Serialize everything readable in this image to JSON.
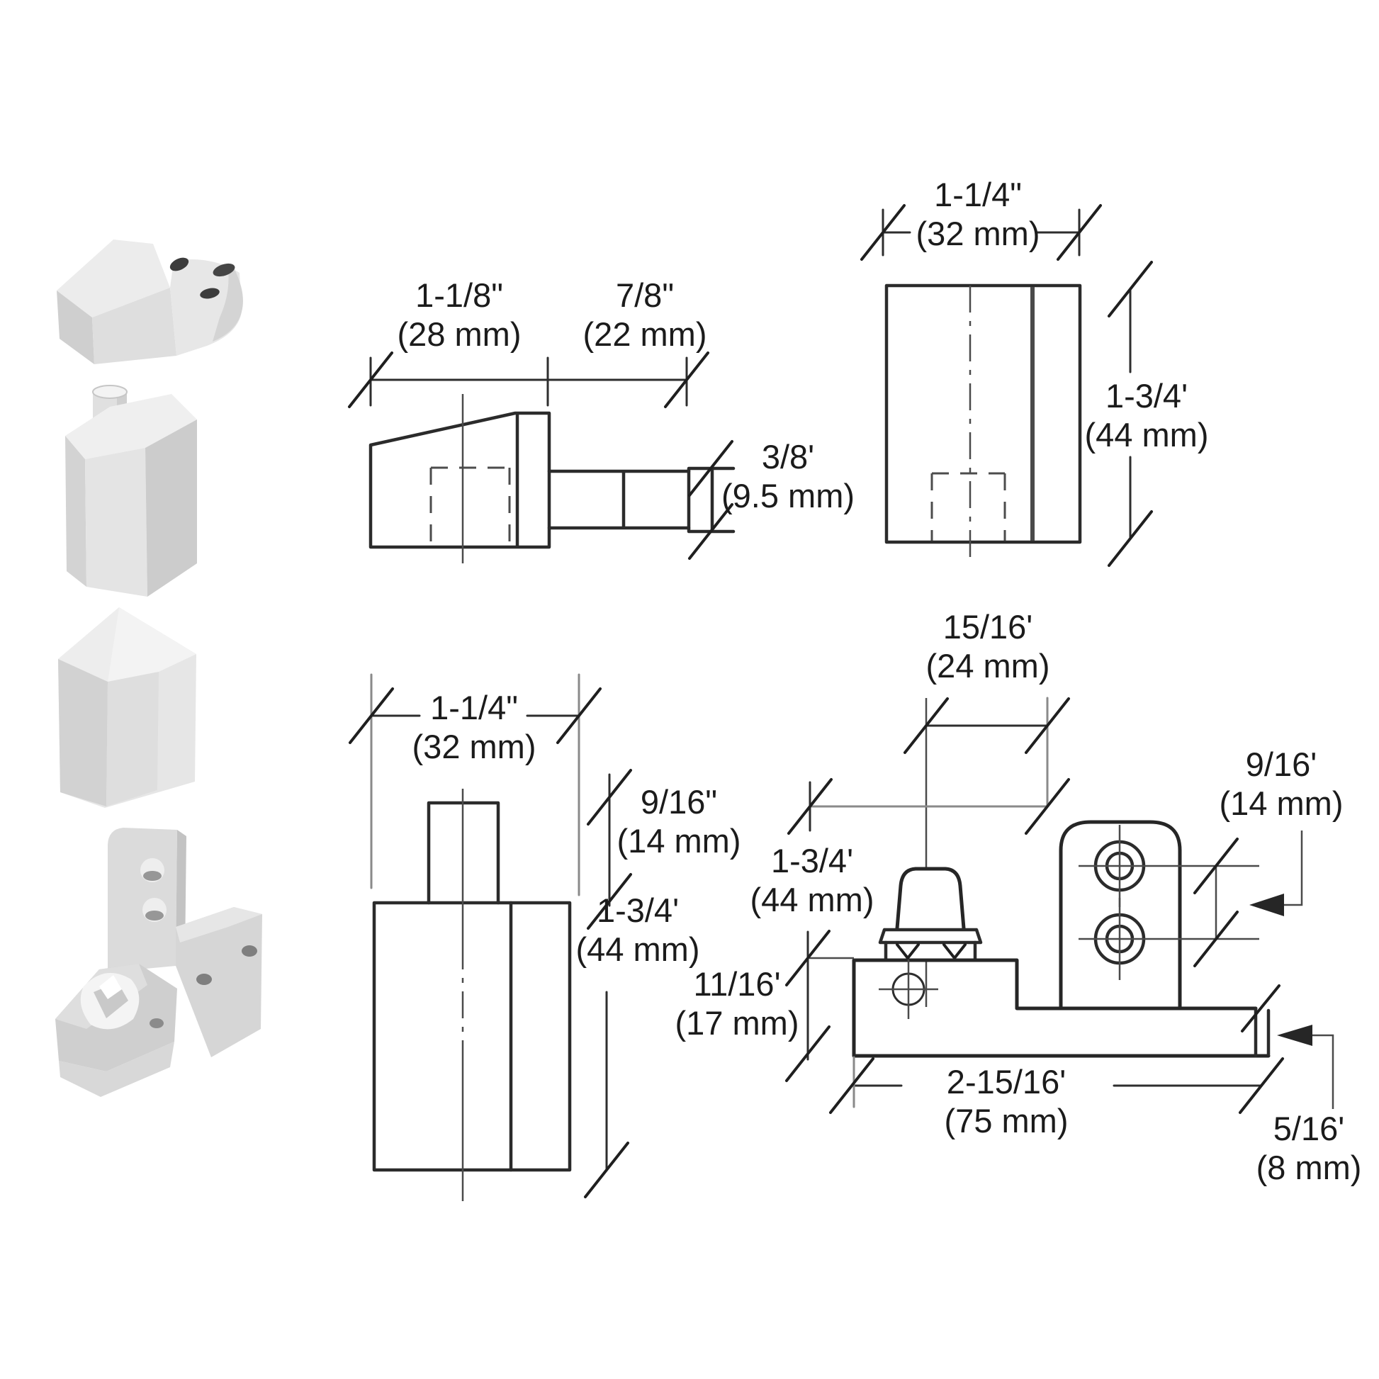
{
  "page": {
    "background": "#ffffff",
    "line_color": "#2b2b2b",
    "extension_line_color": "#8a8a8a",
    "text_color": "#1b1b1b"
  },
  "photos": {
    "items": [
      {
        "name": "top-pivot-hinge-body"
      },
      {
        "name": "pivot-post-with-pin"
      },
      {
        "name": "pivot-post-cover-cap"
      },
      {
        "name": "bottom-pivot-assembly"
      }
    ]
  },
  "views": {
    "top_side": {
      "width_left": {
        "value": "1-1/8\"",
        "metric": "(28 mm)"
      },
      "width_right": {
        "value": "7/8\"",
        "metric": "(22 mm)"
      },
      "pin_diameter": {
        "value": "3/8'",
        "metric": "(9.5 mm)"
      }
    },
    "top_plan": {
      "width": {
        "value": "1-1/4\"",
        "metric": "(32 mm)"
      },
      "height": {
        "value": "1-3/4'",
        "metric": "(44 mm)"
      }
    },
    "bottom_front": {
      "width": {
        "value": "1-1/4\"",
        "metric": "(32 mm)"
      },
      "pin_height": {
        "value": "9/16\"",
        "metric": "(14 mm)"
      },
      "body_height": {
        "value": "1-3/4'",
        "metric": "(44 mm)"
      }
    },
    "bottom_assembly": {
      "pivot_offset": {
        "value": "15/16'",
        "metric": "(24 mm)"
      },
      "height": {
        "value": "1-3/4'",
        "metric": "(44 mm)"
      },
      "base_height": {
        "value": "11/16'",
        "metric": "(17 mm)"
      },
      "hole_spacing": {
        "value": "9/16'",
        "metric": "(14 mm)"
      },
      "length": {
        "value": "2-15/16'",
        "metric": "(75 mm)"
      },
      "arm_end": {
        "value": "5/16'",
        "metric": "(8 mm)"
      }
    }
  }
}
